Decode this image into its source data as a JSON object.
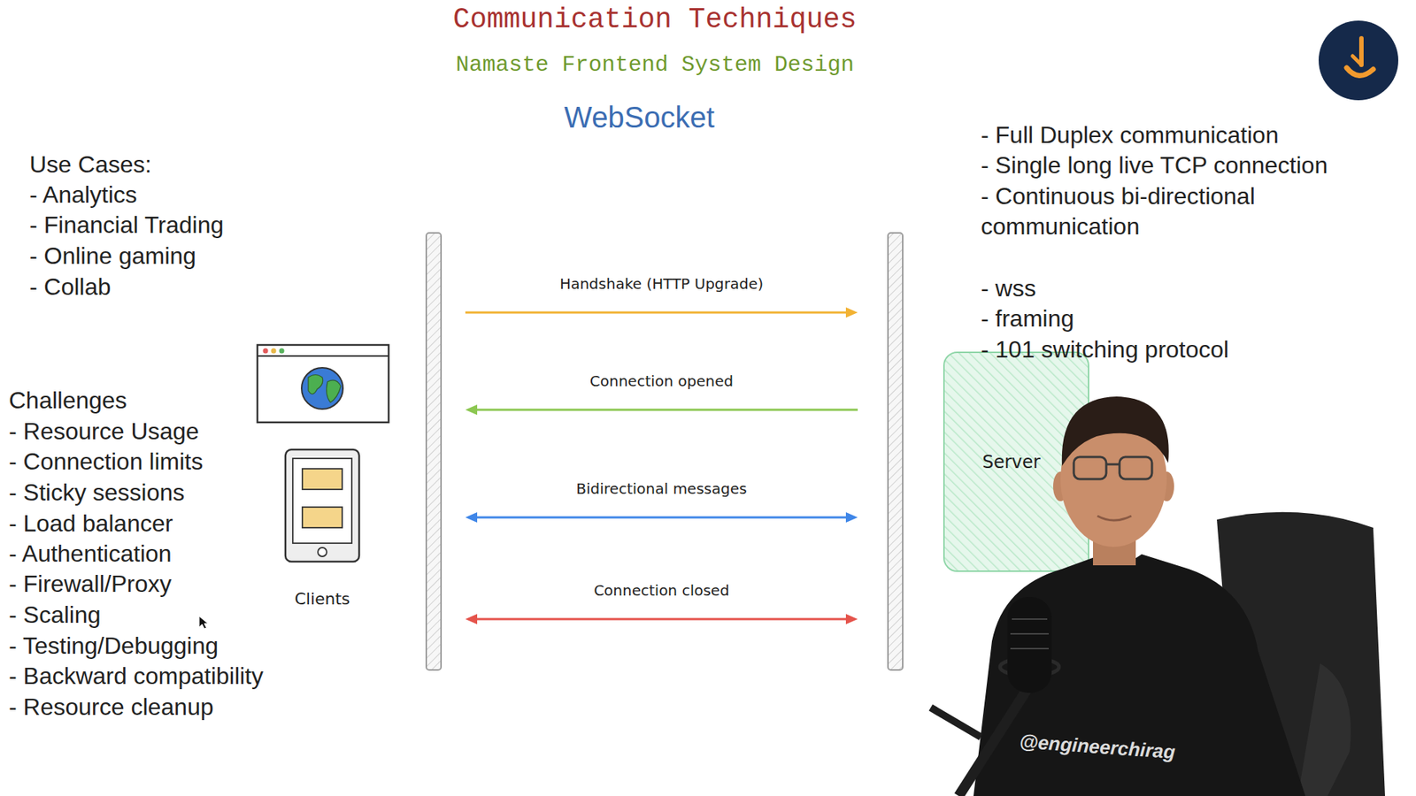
{
  "diagram": {
    "title": "Communication Techniques",
    "nodes": [
      {
        "text": [
          "Clients"
        ]
      },
      {
        "text": [
          "Server"
        ]
      }
    ],
    "edges": [
      {
        "from": 0,
        "to": 1,
        "label": "Handshake (HTTP Upgrade)",
        "arrow": "to"
      },
      {
        "from": 1,
        "to": 0,
        "label": "Connection opened",
        "arrow": "to"
      },
      {
        "from": 0,
        "to": 1,
        "label": "Bidirectional messages",
        "arrow": "both"
      },
      {
        "from": 0,
        "to": 1,
        "label": "Connection closed",
        "arrow": "both"
      }
    ],
    "labels": [
      "Namaste Frontend System Design",
      "WebSocket",
      "Use Cases:",
      "- Analytics",
      "- Financial Trading",
      "- Online gaming",
      "- Collab",
      "Challenges",
      "- Resource Usage",
      "- Connection limits",
      "- Sticky sessions",
      "- Load balancer",
      "- Authentication",
      "- Firewall/Proxy",
      "- Scaling",
      "- Testing/Debugging",
      "- Backward compatibility",
      "- Resource cleanup",
      "- Full Duplex communication",
      "- Single long live TCP connection",
      "- Continuous bi-directional communication",
      "- wss",
      "- framing",
      "- 101 switching protocol",
      "@engineerchirag"
    ]
  }
}
